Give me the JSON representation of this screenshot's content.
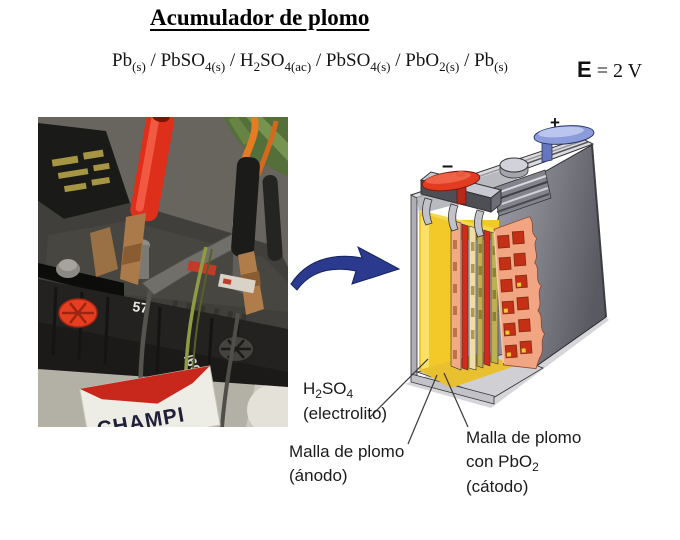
{
  "title": "Acumulador de plomo",
  "cell_notation": {
    "segments": [
      {
        "text": "Pb",
        "sub": false
      },
      {
        "text": "(s)",
        "sub": true
      },
      {
        "text": " / PbSO",
        "sub": false
      },
      {
        "text": "4(s)",
        "sub": true
      },
      {
        "text": " / H",
        "sub": false
      },
      {
        "text": "2",
        "sub": true
      },
      {
        "text": "SO",
        "sub": false
      },
      {
        "text": "4(ac)",
        "sub": true
      },
      {
        "text": " / PbSO",
        "sub": false
      },
      {
        "text": "4(s)",
        "sub": true
      },
      {
        "text": " / PbO",
        "sub": false
      },
      {
        "text": "2(s)",
        "sub": true
      },
      {
        "text": " / Pb",
        "sub": false
      },
      {
        "text": "(s)",
        "sub": true
      }
    ]
  },
  "emf": {
    "symbol": "E",
    "equation": " = 2 V"
  },
  "photo": {
    "brand_label": "CHAMPI",
    "marking_top": "57",
    "marking_side": "/60"
  },
  "diagram": {
    "negative_sign": "–",
    "positive_sign": "+"
  },
  "labels": {
    "electrolyte": {
      "formula_h": "H",
      "formula_h_sub": "2",
      "formula_so": "SO",
      "formula_so_sub": "4",
      "line2": "(electrolito)"
    },
    "anode": {
      "line1": "Malla de plomo",
      "line2": "(ánodo)"
    },
    "cathode": {
      "line1": "Malla de plomo",
      "line2_main": "con PbO",
      "line2_sub": "2",
      "line3": "(cátodo)"
    }
  },
  "colors": {
    "arrow_blue": "#2b3a8e",
    "negative_terminal_red": "#e23b22",
    "positive_terminal_blue": "#8b9bdb",
    "electrolyte_yellow": "#f3c929",
    "grid_salmon": "#f2a582",
    "plate_red": "#d42a1c",
    "plate_olive": "#bfae52",
    "case_gray": "#8e8e96"
  }
}
